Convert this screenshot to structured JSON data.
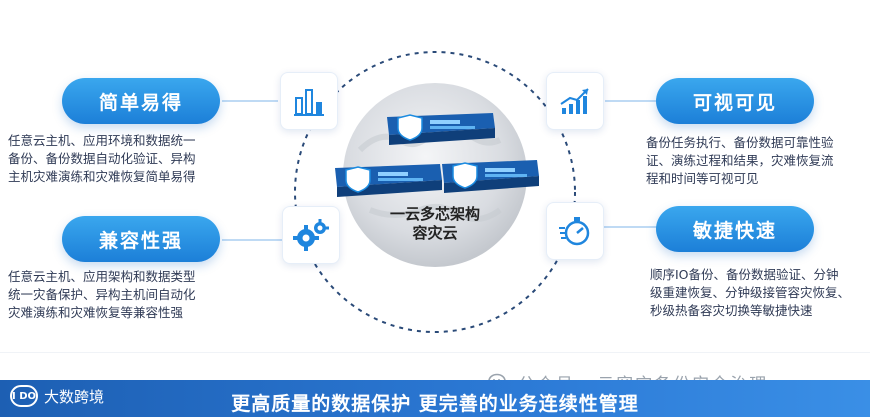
{
  "features": {
    "simple": {
      "title": "简单易得",
      "lines": [
        "任意云主机、应用环境和数据统一",
        "备份、备份数据自动化验证、异构",
        "主机灾难演练和灾难恢复简单易得"
      ]
    },
    "compat": {
      "title": "兼容性强",
      "lines": [
        "任意云主机、应用架构和数据类型",
        "统一灾备保护、异构主机间自动化",
        "灾难演练和灾难恢复等兼容性强"
      ]
    },
    "visible": {
      "title": "可视可见",
      "lines": [
        "备份任务执行、备份数据可靠性验",
        "证、演练过程和结果，灾难恢复流",
        "程和时间等可视可见"
      ]
    },
    "agile": {
      "title": "敏捷快速",
      "lines": [
        "顺序IO备份、备份数据验证、分钟",
        "级重建恢复、分钟级接管容灾恢复、",
        "秒级热备容灾切换等敏捷快速"
      ]
    }
  },
  "center": {
    "line1": "一云多芯架构",
    "line2": "容灾云"
  },
  "bottom": {
    "title": "更高质量的数据保护 更完善的业务连续性管理",
    "logo": "大数跨境",
    "logo_mark": "I DO"
  },
  "watermark": "公众号 · 云容灾备份安全治理",
  "colors": {
    "accent": "#1f86de",
    "bar": "#1d5fb3",
    "text": "#2f3a55"
  },
  "icons": [
    "bar-chart-icon",
    "gears-icon",
    "trend-chart-icon",
    "stopwatch-icon",
    "server-appliance-icon"
  ]
}
